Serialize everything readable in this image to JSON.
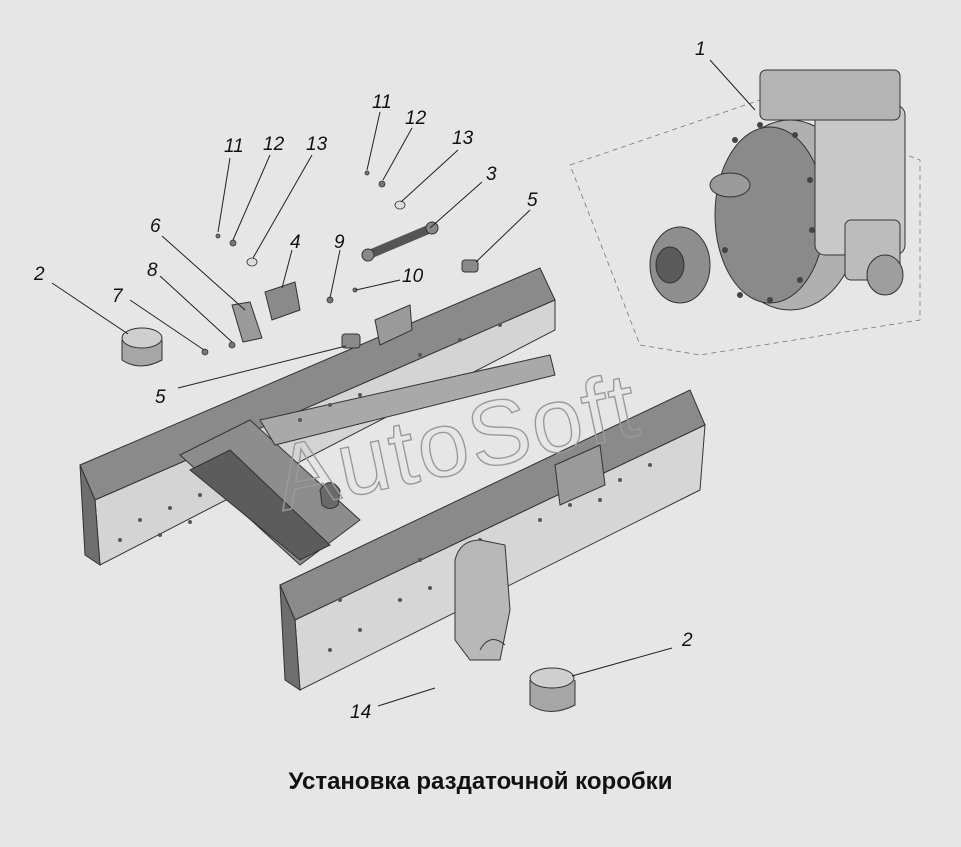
{
  "caption": "Установка раздаточной коробки",
  "watermark": "AutoSoft",
  "callouts": {
    "c1": "1",
    "c2a": "2",
    "c2b": "2",
    "c3": "3",
    "c4": "4",
    "c5a": "5",
    "c5b": "5",
    "c6": "6",
    "c7": "7",
    "c8": "8",
    "c9": "9",
    "c10": "10",
    "c11a": "11",
    "c11b": "11",
    "c12a": "12",
    "c12b": "12",
    "c13a": "13",
    "c13b": "13",
    "c14": "14"
  },
  "colors": {
    "background": "#e6e6e6",
    "frame_light": "#d6d6d6",
    "frame_dark": "#7a7a7a",
    "part": "#9c9c9c"
  }
}
